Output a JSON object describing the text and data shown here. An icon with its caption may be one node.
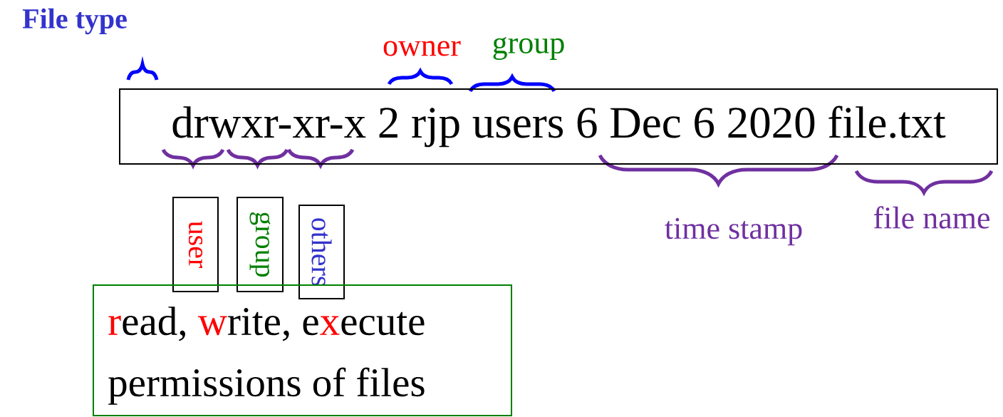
{
  "diagram": {
    "nodes": [
      {
        "text": [
          "drwxr-xr-x 2 rjp users 6 Dec 6 2020 file.txt"
        ]
      },
      {
        "text": [
          "user"
        ]
      },
      {
        "text": [
          "group"
        ]
      },
      {
        "text": [
          "others"
        ]
      },
      {
        "text": [
          "**r**ead, **w**rite, e**x**ecute permissions of files"
        ]
      }
    ],
    "labels": [
      "File type",
      "owner",
      "group",
      "time stamp",
      "file name"
    ]
  }
}
